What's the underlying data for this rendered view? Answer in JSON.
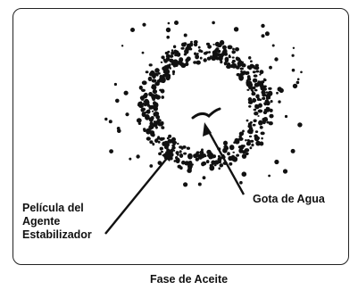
{
  "labels": {
    "film_lines": [
      "Película del",
      "Agente",
      "Estabilizador"
    ],
    "water_drop": "Gota de Agua",
    "oil_phase": "Fase de Aceite"
  },
  "colors": {
    "ink": "#111111",
    "background": "#ffffff"
  }
}
